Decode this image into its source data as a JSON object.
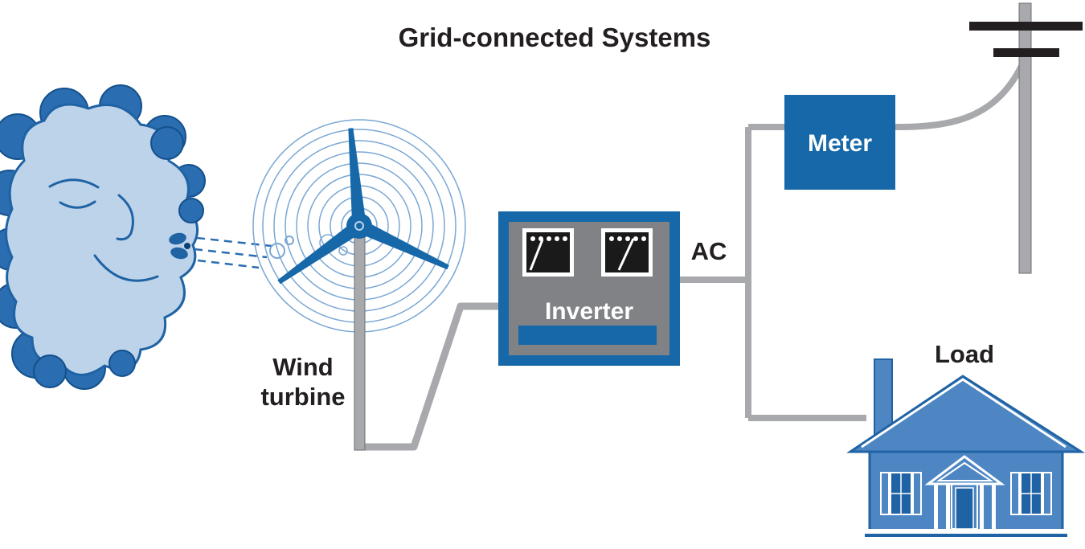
{
  "diagram": {
    "title": "Grid-connected Systems",
    "components": {
      "wind_turbine": {
        "label_line1": "Wind",
        "label_line2": "turbine"
      },
      "inverter": {
        "label": "Inverter"
      },
      "ac": {
        "label": "AC"
      },
      "meter": {
        "label": "Meter"
      },
      "load": {
        "label": "Load"
      }
    },
    "colors": {
      "primary_blue": "#1668a8",
      "dark_blue": "#1f63a4",
      "puff_blue": "#2a6db0",
      "light_blue": "#bdd3ea",
      "swirl_blue": "#7aa7d4",
      "house_blue": "#4d86c3",
      "wire_gray": "#a7a9ac",
      "panel_gray": "#808285",
      "text_black": "#231f20",
      "white": "#ffffff"
    }
  }
}
